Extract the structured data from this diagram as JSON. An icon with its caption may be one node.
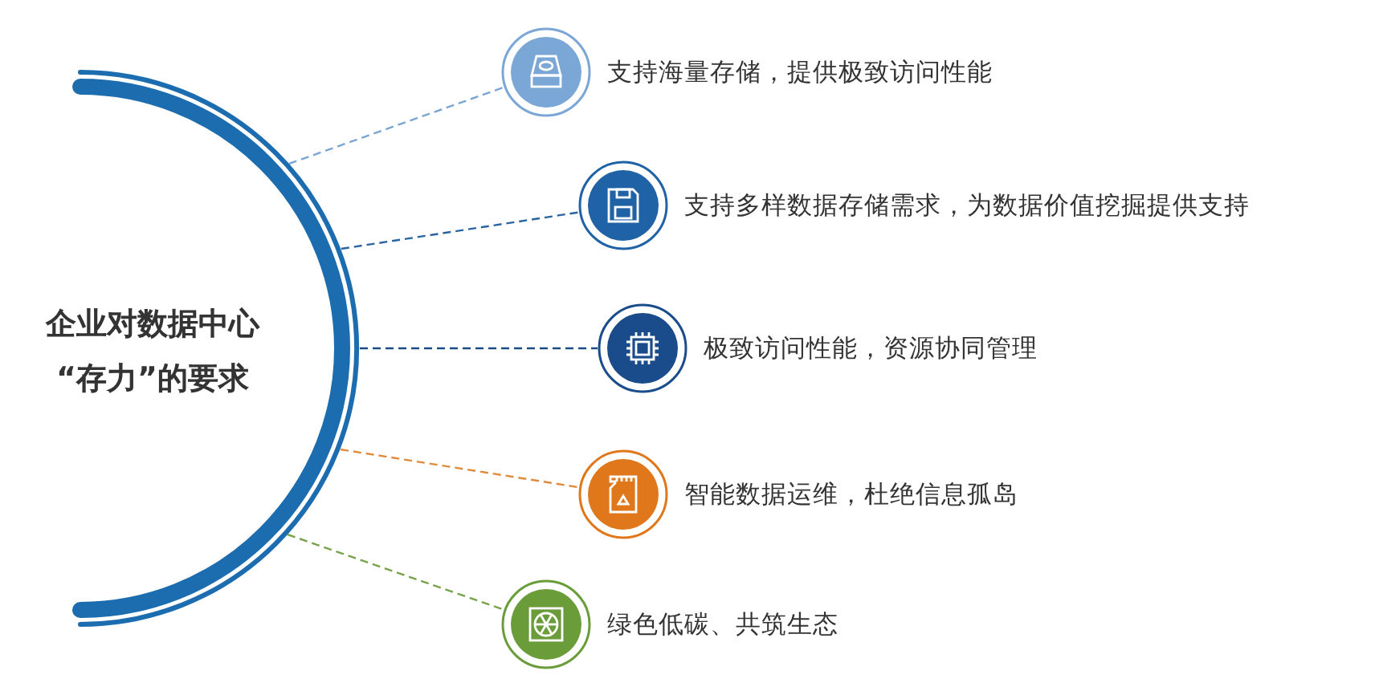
{
  "diagram": {
    "nodes": [
      {
        "text": [
          "企业对数据中心 “存力”的要求"
        ]
      },
      {
        "text": [
          "支持海量存储，提供极致访问性能"
        ]
      },
      {
        "text": [
          "支持多样数据存储需求，为数据价值挖掘提供支持"
        ]
      },
      {
        "text": [
          "极致访问性能，资源协同管理"
        ]
      },
      {
        "text": [
          "智能数据运维，杜绝信息孤岛"
        ]
      },
      {
        "text": [
          "绿色低碳、共筑生态"
        ]
      }
    ],
    "edges": [
      {
        "from": 0,
        "to": 1,
        "arrow": "none",
        "style": "dashed",
        "color": "#7aa6d4"
      },
      {
        "from": 0,
        "to": 2,
        "arrow": "none",
        "style": "dashed",
        "color": "#2a64a0"
      },
      {
        "from": 0,
        "to": 3,
        "arrow": "none",
        "style": "dashed",
        "color": "#1b4c86"
      },
      {
        "from": 0,
        "to": 4,
        "arrow": "none",
        "style": "dashed",
        "color": "#e08a3c"
      },
      {
        "from": 0,
        "to": 5,
        "arrow": "none",
        "style": "dashed",
        "color": "#77a34a"
      }
    ]
  }
}
